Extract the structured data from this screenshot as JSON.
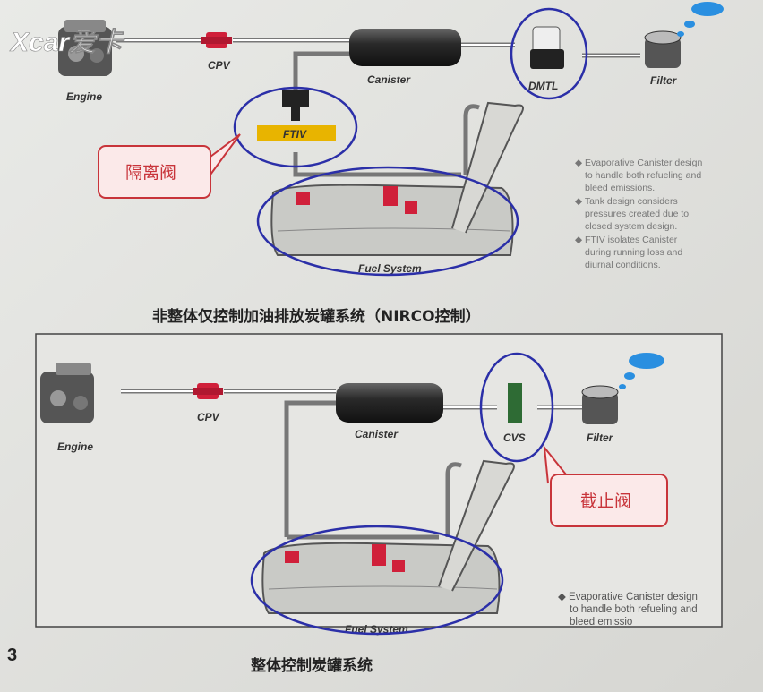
{
  "logo": "Xcar爱卡",
  "top_diagram": {
    "labels": {
      "engine": "Engine",
      "cpv": "CPV",
      "canister": "Canister",
      "dmtl": "DMTL",
      "filter": "Filter",
      "ftiv": "FTIV",
      "fuel_system": "Fuel System"
    },
    "callout": "隔离阀",
    "notes": [
      [
        "Evaporative Canister design",
        "to handle both refueling and",
        "bleed emissions."
      ],
      [
        "Tank design considers",
        "pressures created due to",
        "closed system design."
      ],
      [
        "FTIV isolates Canister",
        "during running loss and",
        "diurnal conditions."
      ]
    ],
    "caption": "非整体仅控制加油排放炭罐系统（NIRCO控制）"
  },
  "bottom_diagram": {
    "labels": {
      "engine": "Engine",
      "cpv": "CPV",
      "canister": "Canister",
      "cvs": "CVS",
      "filter": "Filter",
      "fuel_system": "Fuel System"
    },
    "callout": "截止阀",
    "notes": [
      [
        "Evaporative Canister design",
        "to handle both refueling and",
        "bleed emissio"
      ]
    ],
    "caption": "整体控制炭罐系统"
  },
  "page_number": "3",
  "colors": {
    "highlight_circle": "#2b2fa8",
    "callout_red": "#c8343a",
    "ftiv_yellow": "#e8b400",
    "valve_red": "#d0203a",
    "cloud_blue": "#2a8fe0"
  }
}
